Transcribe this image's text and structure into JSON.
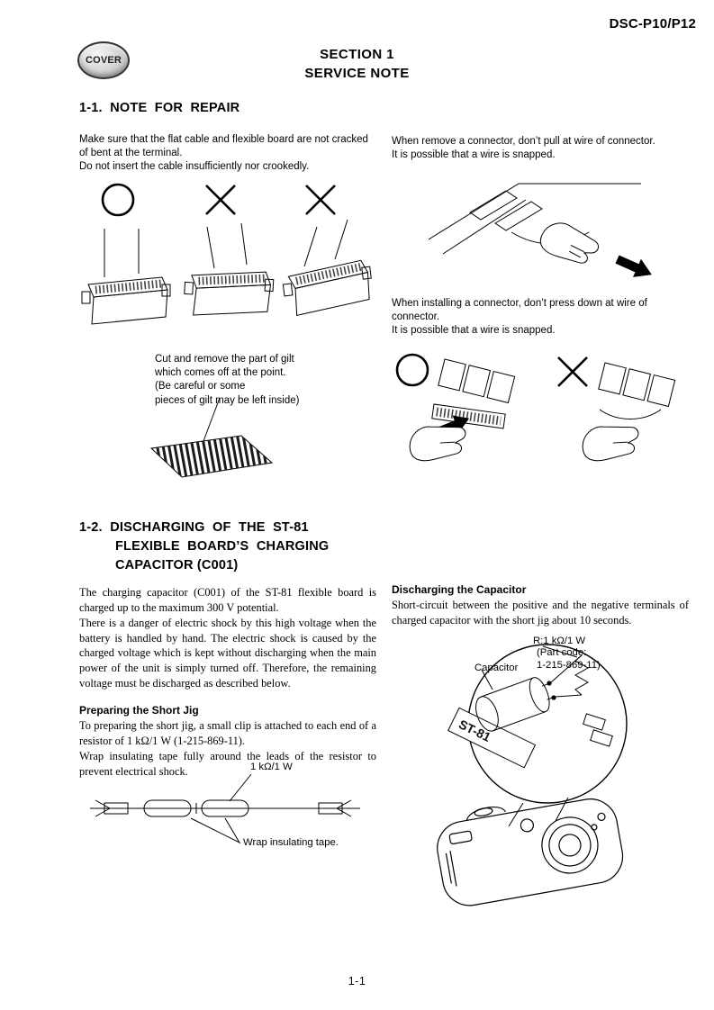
{
  "header": {
    "doc_id": "DSC-P10/P12",
    "cover_badge": "COVER",
    "title": "SECTION 1",
    "subtitle": "SERVICE NOTE"
  },
  "footer": {
    "page_number": "1-1"
  },
  "s11": {
    "heading": "1-1.  NOTE  FOR  REPAIR",
    "left_p1": "Make sure that the flat cable and flexible board are not cracked of bent at the terminal.",
    "left_p2": "Do not insert the cable insufficiently nor crookedly.",
    "right_p1a": "When remove a connector, don’t pull at wire of connector.",
    "right_p1b": "It is possible that a wire is snapped.",
    "right_p2a": "When installing a connector, don’t press down at wire of connector.",
    "right_p2b": "It is possible that a wire is snapped.",
    "gilt_lines": [
      "Cut and remove the part of gilt",
      "which comes off at the point.",
      "(Be careful or some",
      "pieces of gilt may be left inside)"
    ]
  },
  "s12": {
    "heading_l1": "1-2.  DISCHARGING  OF  THE  ST-81",
    "heading_l2": "FLEXIBLE  BOARD’S  CHARGING",
    "heading_l3": "CAPACITOR (C001)",
    "p1": "The charging capacitor (C001) of the ST-81 flexible board is charged up to the maximum 300 V potential.",
    "p2": "There is a danger of electric shock by this high voltage when the battery is handled by hand.  The electric shock is caused by the charged voltage which is kept without discharging when the main power of the unit is simply turned off.  Therefore, the remaining voltage must be discharged as described below.",
    "jig_heading": "Preparing the Short Jig",
    "jig_p1": "To preparing the short jig, a small clip is attached to each end of a resistor of 1 kΩ/1 W (1-215-869-11).",
    "jig_p2": "Wrap insulating tape fully around the leads of the resistor to prevent electrical shock.",
    "jig_label_resistor": "1 kΩ/1 W",
    "jig_label_tape": "Wrap insulating tape.",
    "discharge_heading": "Discharging the Capacitor",
    "discharge_p": "Short-circuit between the positive and the negative terminals of charged capacitor with the short jig about 10 seconds.",
    "r_label_lines": [
      "R:1 kΩ/1 W",
      "(Part code:",
      "1-215-869-11)"
    ],
    "capacitor_label": "Capacitor",
    "board_label": "ST-81"
  }
}
